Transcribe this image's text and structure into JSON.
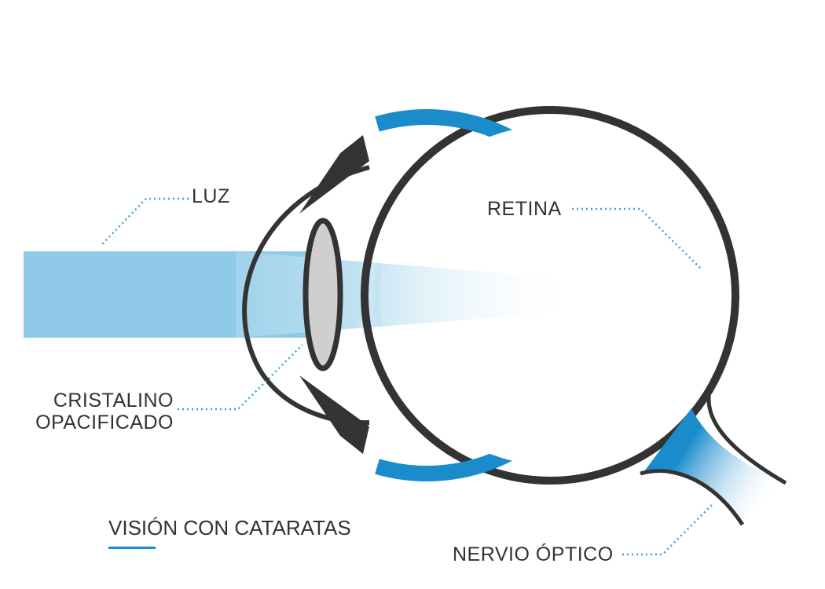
{
  "title": "VISIÓN CON CATARATAS",
  "labels": {
    "luz": "LUZ",
    "retina": "RETINA",
    "cristalino_line1": "CRISTALINO",
    "cristalino_line2": "OPACIFICADO",
    "nervio_optico": "NERVIO ÓPTICO"
  },
  "colors": {
    "retina_blue": "#1a8ccc",
    "outline": "#333333",
    "light_beam": "#8fcbe8",
    "lens_fill": "#cfcfcf",
    "leader_dots": "#3aa0d4"
  }
}
